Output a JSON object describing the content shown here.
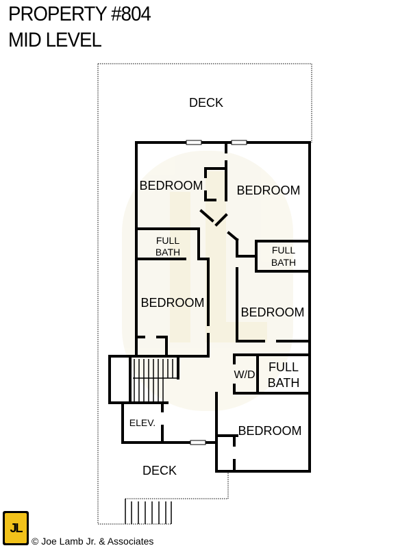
{
  "header": {
    "title_line1": "PROPERTY #804",
    "title_line2": "MID LEVEL"
  },
  "rooms": {
    "deck_top": "DECK",
    "bedroom_top_left": "BEDROOM",
    "bedroom_top_right": "BEDROOM",
    "full_bath_left_1": "FULL",
    "full_bath_left_2": "BATH",
    "full_bath_right_1": "FULL",
    "full_bath_right_2": "BATH",
    "bedroom_mid_left": "BEDROOM",
    "bedroom_mid_right": "BEDROOM",
    "wd": "W/D",
    "full_bath_lower_1": "FULL",
    "full_bath_lower_2": "BATH",
    "elevator": "ELEV.",
    "bedroom_lower_right": "BEDROOM",
    "deck_bottom": "DECK"
  },
  "footer": {
    "logo_text": "JL",
    "copyright": "© Joe Lamb Jr. & Associates"
  },
  "colors": {
    "wall": "#000000",
    "logo_yellow": "#f2c21a",
    "watermark": "#f3f0dc"
  }
}
